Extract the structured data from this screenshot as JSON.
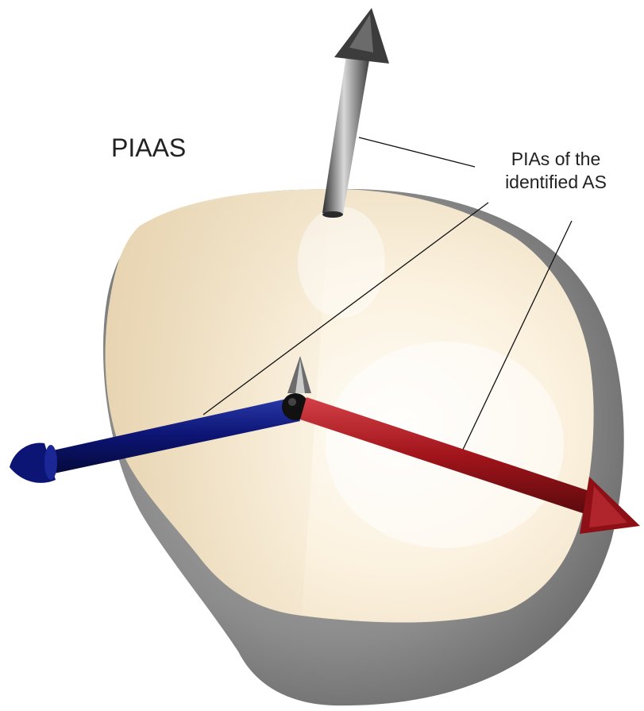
{
  "figure": {
    "title": "PIAAS",
    "callout_lines": [
      "PIAs of the",
      "identified AS"
    ]
  },
  "colors": {
    "background": "#ffffff",
    "bone_gray": "#8f8f8f",
    "articular_surface": "#f3e6cf",
    "axis_vertical": "#5a5a5a",
    "axis_blue": "#0c1474",
    "axis_red": "#a0141a",
    "leader_line": "#111111"
  },
  "axes": [
    {
      "color_name": "axis-vertical",
      "icon": "gray-arrow"
    },
    {
      "color_name": "axis-blue",
      "icon": "blue-arrow"
    },
    {
      "color_name": "axis-red",
      "icon": "red-arrow"
    }
  ]
}
